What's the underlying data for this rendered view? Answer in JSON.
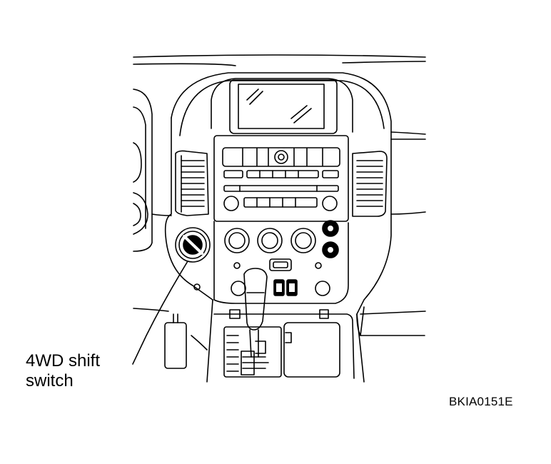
{
  "callout": {
    "line1": "4WD shift",
    "line2": "switch"
  },
  "figure_code": "BKIA0151E",
  "colors": {
    "line": "#000000",
    "background": "#ffffff"
  }
}
